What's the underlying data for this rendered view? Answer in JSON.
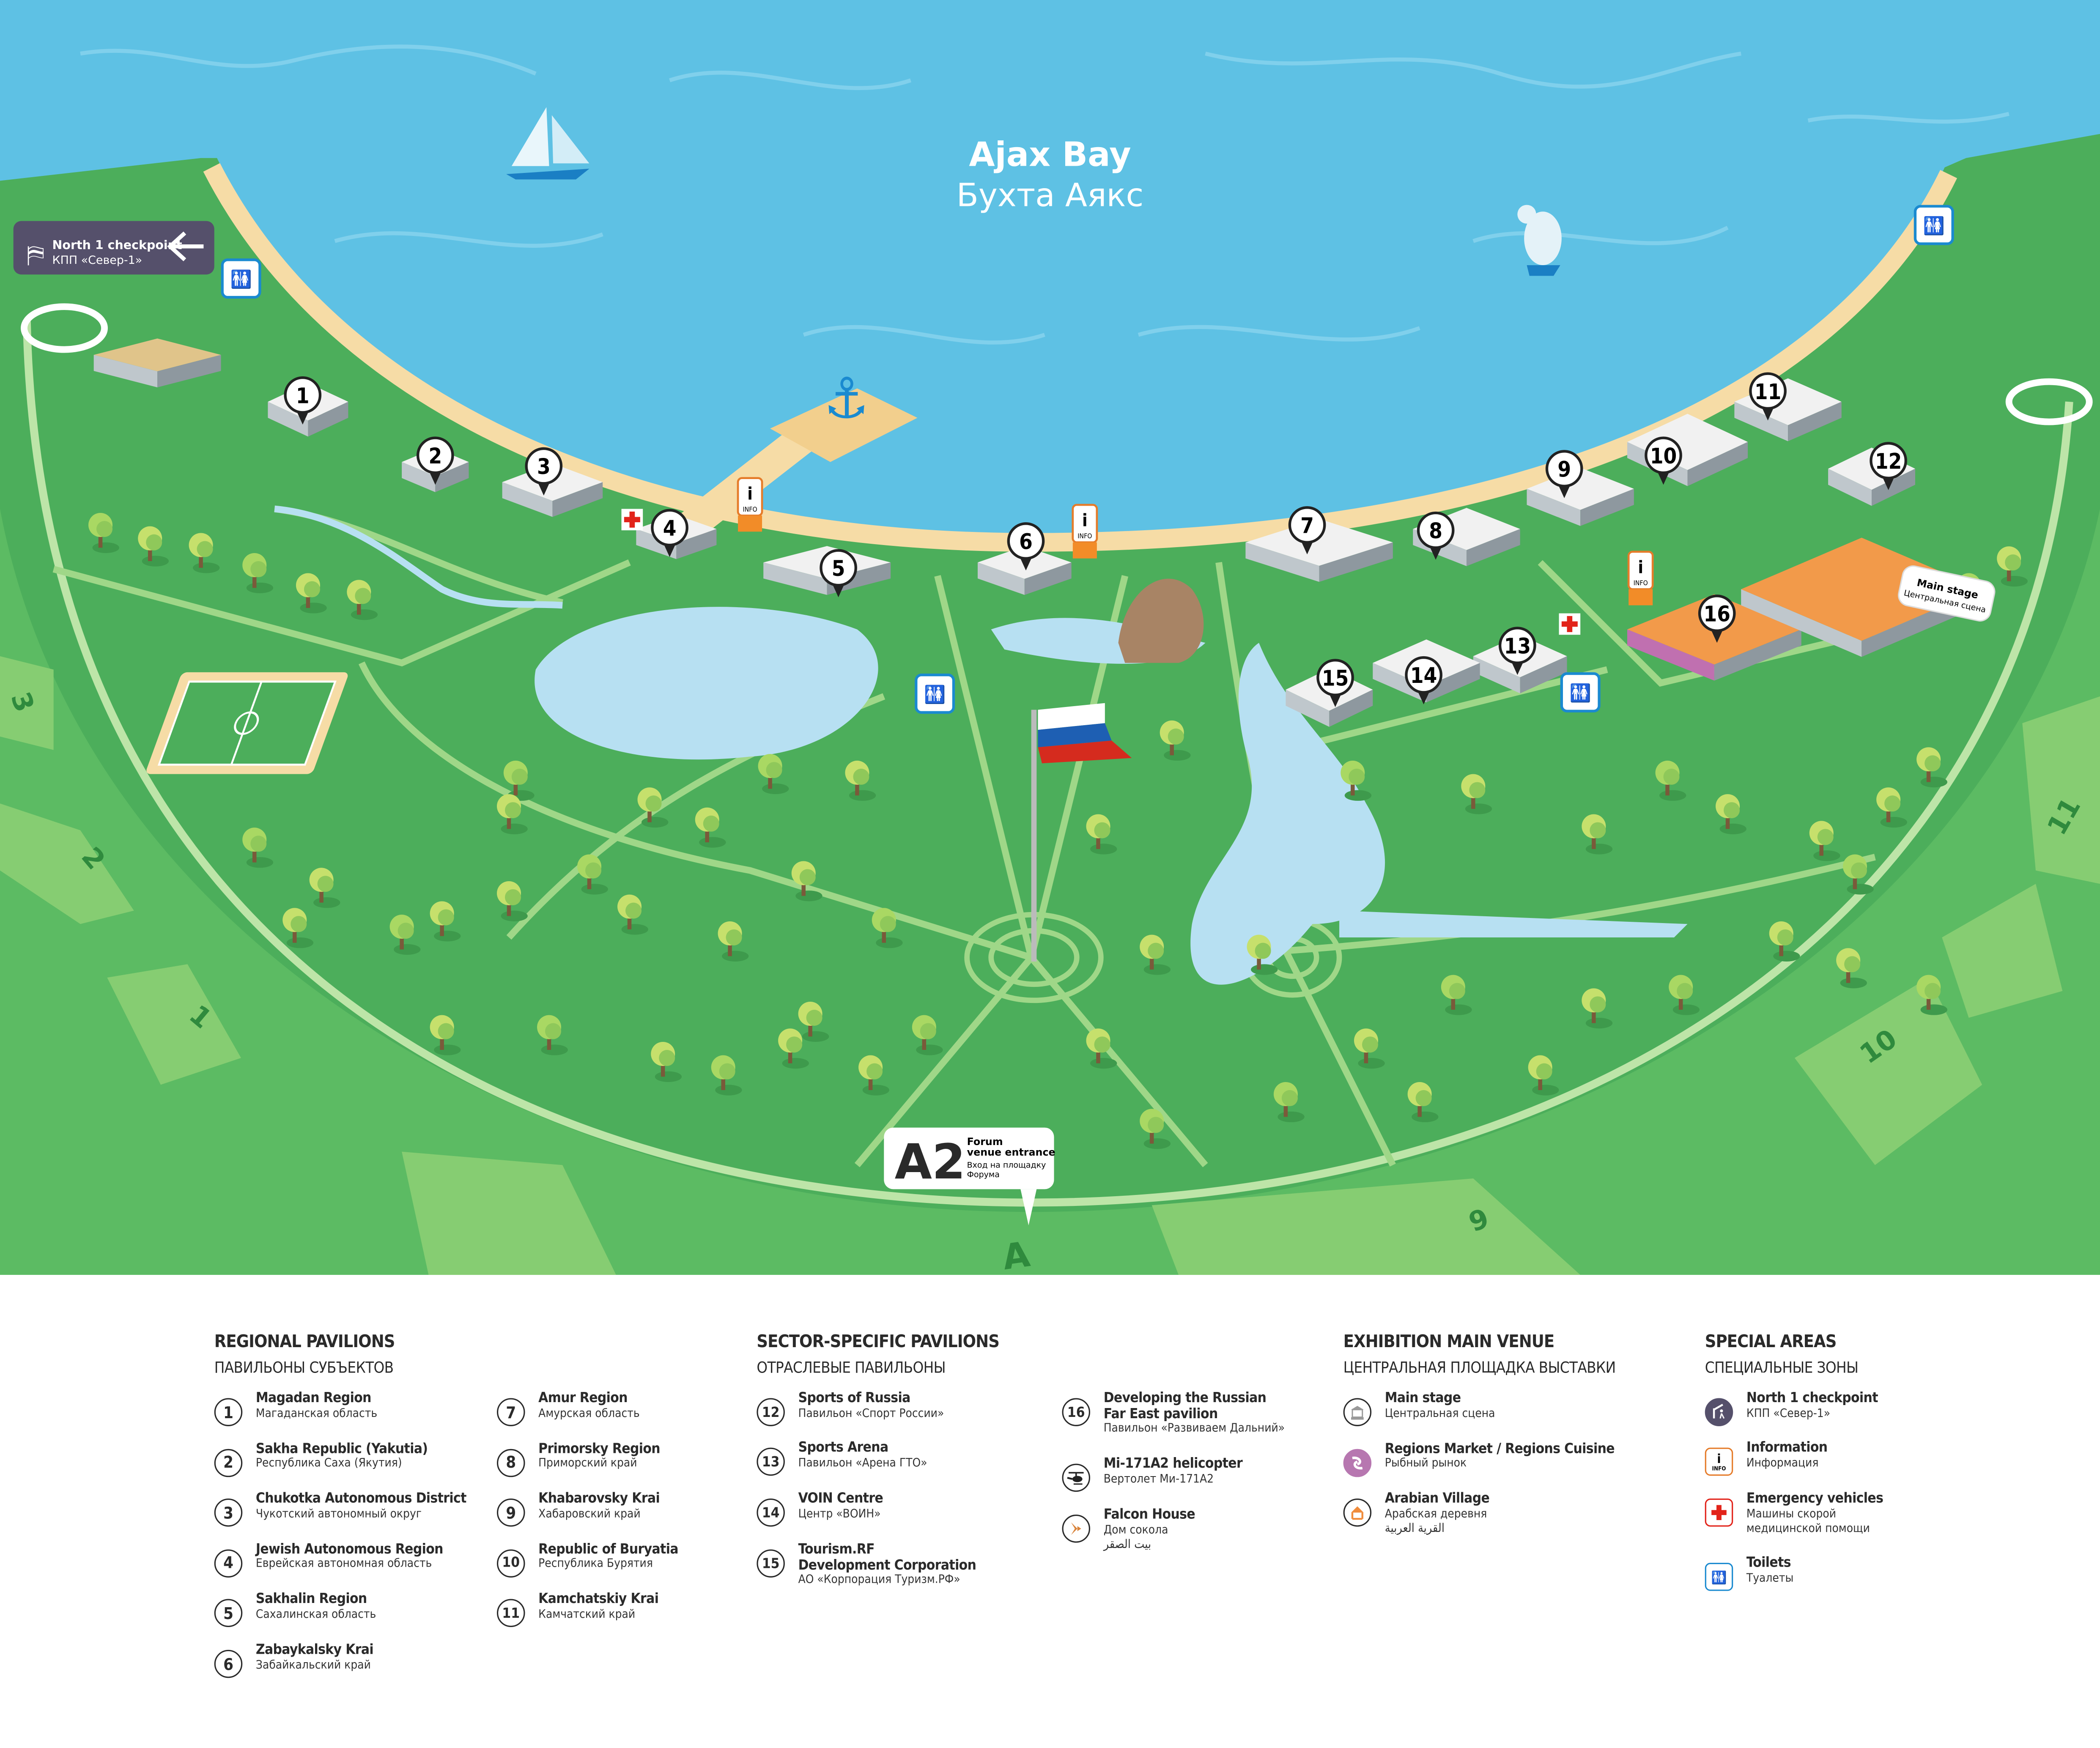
{
  "map": {
    "bay_name_en": "Ajax Bay",
    "bay_name_ru": "Бухта Аякс",
    "checkpoint_sign": {
      "en": "North 1 checkpoint",
      "ru": "КПП «Север-1»"
    },
    "entrance_sign": {
      "code": "A2",
      "en_line1": "Forum",
      "en_line2": "venue entrance",
      "ru_line1": "Вход на площадку",
      "ru_line2": "Форума"
    },
    "main_stage_sign": {
      "en": "Main stage",
      "ru": "Центральная сцена"
    },
    "info_kiosk_label": "INFO",
    "info_kiosk_letter": "i",
    "road_letter": "A",
    "outer_block_labels": [
      "1",
      "2",
      "3",
      "9",
      "10",
      "11"
    ],
    "pavilion_markers": [
      "1",
      "2",
      "3",
      "4",
      "5",
      "6",
      "7",
      "8",
      "9",
      "10",
      "11",
      "12",
      "13",
      "14",
      "15",
      "16"
    ],
    "colors": {
      "water": "#5ec1e4",
      "land": "#4cae5b",
      "beach": "#f6dca6",
      "road": "#9fd788",
      "lake": "#b7e0f2",
      "checkpoint": "#55506b"
    }
  },
  "legend": {
    "regional": {
      "title": "REGIONAL PAVILIONS",
      "subtitle": "ПАВИЛЬОНЫ СУБЪЕКТОВ",
      "items": [
        {
          "num": "1",
          "en": "Magadan Region",
          "ru": "Магаданская область"
        },
        {
          "num": "2",
          "en": "Sakha Republic (Yakutia)",
          "ru": "Республика Саха (Якутия)"
        },
        {
          "num": "3",
          "en": "Chukotka Autonomous District",
          "ru": "Чукотский автономный округ"
        },
        {
          "num": "4",
          "en": "Jewish Autonomous Region",
          "ru": "Еврейская автономная область"
        },
        {
          "num": "5",
          "en": "Sakhalin Region",
          "ru": "Сахалинская область"
        },
        {
          "num": "6",
          "en": "Zabaykalsky Krai",
          "ru": "Забайкальский край"
        },
        {
          "num": "7",
          "en": "Amur Region",
          "ru": "Амурская область"
        },
        {
          "num": "8",
          "en": "Primorsky Region",
          "ru": "Приморский край"
        },
        {
          "num": "9",
          "en": "Khabarovsky Krai",
          "ru": "Хабаровский край"
        },
        {
          "num": "10",
          "en": "Republic of Buryatia",
          "ru": "Республика Бурятия"
        },
        {
          "num": "11",
          "en": "Kamchatskiy Krai",
          "ru": "Камчатский край"
        }
      ]
    },
    "sector": {
      "title": "SECTOR-SPECIFIC PAVILIONS",
      "subtitle": "ОТРАСЛЕВЫЕ ПАВИЛЬОНЫ",
      "items": [
        {
          "num": "12",
          "en": "Sports of Russia",
          "ru": "Павильон «Спорт России»"
        },
        {
          "num": "13",
          "en": "Sports Arena",
          "ru": "Павильон «Арена ГТО»"
        },
        {
          "num": "14",
          "en": "VOIN Centre",
          "ru": "Центр «ВОИН»"
        },
        {
          "num": "15",
          "en": "Tourism.RF",
          "en2": "Development Corporation",
          "ru": "АО «Корпорация Туризм.РФ»"
        },
        {
          "num": "16",
          "en": "Developing the Russian",
          "en2": "Far East pavilion",
          "ru": "Павильон «Развиваем Дальний»"
        },
        {
          "icon": "helicopter-icon",
          "en": "Mi-171A2 helicopter",
          "ru": "Вертолет Ми-171А2"
        },
        {
          "icon": "falcon-icon",
          "en": "Falcon House",
          "ru": "Дом сокола",
          "ar": "بيت الصقر"
        }
      ]
    },
    "main_venue": {
      "title": "EXHIBITION MAIN VENUE",
      "subtitle": "ЦЕНТРАЛЬНАЯ ПЛОЩАДКА ВЫСТАВКИ",
      "items": [
        {
          "icon": "main-stage-icon",
          "en": "Main stage",
          "ru": "Центральная сцена"
        },
        {
          "icon": "fish-market-icon",
          "en": "Regions Market / Regions Cuisine",
          "ru": "Рыбный рынок"
        },
        {
          "icon": "arabian-tent-icon",
          "en": "Arabian Village",
          "ru": "Арабская деревня",
          "ar": "القرية العربية"
        }
      ]
    },
    "special": {
      "title": "SPECIAL AREAS",
      "subtitle": "СПЕЦИАЛЬНЫЕ ЗОНЫ",
      "items": [
        {
          "icon": "checkpoint-icon",
          "en": "North 1 checkpoint",
          "ru": "КПП «Север-1»"
        },
        {
          "icon": "info-icon",
          "en": "Information",
          "ru": "Информация"
        },
        {
          "icon": "emergency-cross-icon",
          "en": "Emergency vehicles",
          "ru": "Машины скорой",
          "ru2": "медицинской помощи"
        },
        {
          "icon": "toilets-icon",
          "en": "Toilets",
          "ru": "Туалеты"
        }
      ]
    }
  }
}
